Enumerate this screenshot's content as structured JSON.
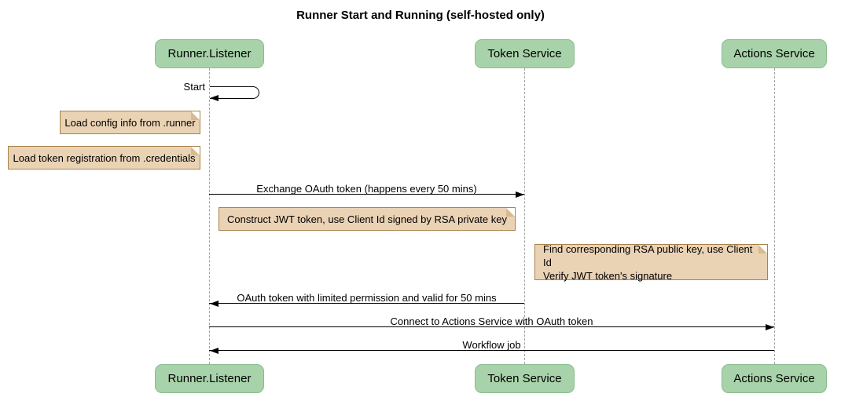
{
  "title": "Runner Start and Running (self-hosted only)",
  "participants": [
    {
      "label": "Runner.Listener"
    },
    {
      "label": "Token Service"
    },
    {
      "label": "Actions Service"
    }
  ],
  "self_message": {
    "label": "Start",
    "on": "Runner.Listener"
  },
  "messages": [
    {
      "label": "Exchange OAuth token (happens every 50 mins)",
      "from": "Runner.Listener",
      "to": "Token Service",
      "direction": "right"
    },
    {
      "label": "OAuth token with limited permission and valid for 50 mins",
      "from": "Token Service",
      "to": "Runner.Listener",
      "direction": "left"
    },
    {
      "label": "Connect to Actions Service with OAuth token",
      "from": "Runner.Listener",
      "to": "Actions Service",
      "direction": "right"
    },
    {
      "label": "Workflow job",
      "from": "Actions Service",
      "to": "Runner.Listener",
      "direction": "left"
    }
  ],
  "notes": [
    {
      "text": "Load config info from .runner",
      "position": "left of Runner.Listener"
    },
    {
      "text": "Load token registration from .credentials",
      "position": "left of Runner.Listener"
    },
    {
      "text": "Construct JWT token, use Client Id signed by RSA private key",
      "position": "between Runner.Listener and Token Service"
    },
    {
      "text": "Find corresponding RSA public key, use Client Id\nVerify JWT token's signature",
      "position": "right of Token Service"
    }
  ],
  "colors": {
    "participant_fill": "#a8d3aa",
    "participant_border": "#8abb8d",
    "note_fill": "#ead2b4",
    "note_border": "#a8834b",
    "note_fold": "#d9ba8e",
    "lifeline": "#a3a3a3",
    "message": "#000000",
    "background": "#ffffff"
  }
}
